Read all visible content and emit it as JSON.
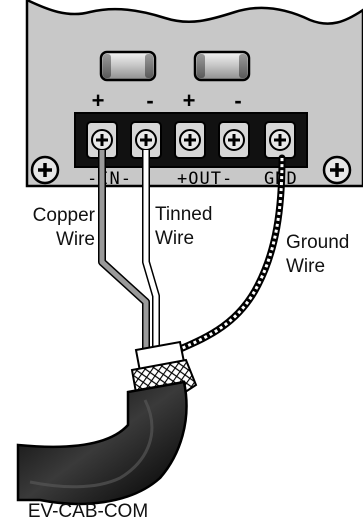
{
  "diagram": {
    "polarity_marks": [
      "+",
      "-",
      "+",
      "-"
    ],
    "terminal_strip": {
      "in_label": "-IN-",
      "out_label": "+OUT-",
      "gnd_label": "GND"
    },
    "wire_labels": {
      "copper": [
        "Copper",
        "Wire"
      ],
      "tinned": [
        "Tinned",
        "Wire"
      ],
      "ground": [
        "Ground",
        "Wire"
      ]
    },
    "part_number": "EV-CAB-COM",
    "colors": {
      "panel": "#c8c8c8",
      "terminal_block": "#111111",
      "screw_face": "#d6d6d6",
      "copper_wire": "#9a9a9a",
      "tinned_wire": "#ffffff",
      "cable_jacket": "#1a1a1a"
    }
  }
}
